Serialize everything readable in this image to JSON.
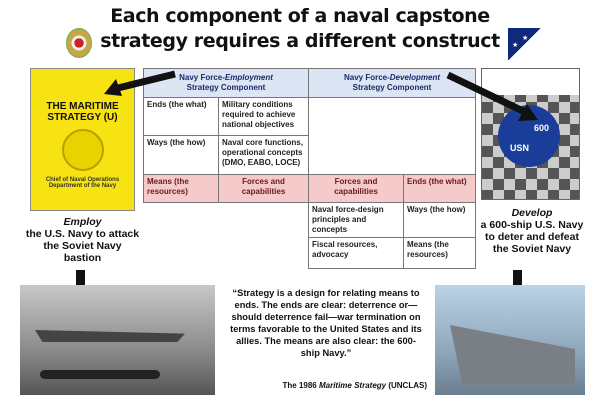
{
  "title": "Each component of a naval capstone strategy requires a different construct",
  "left_book": {
    "title": "THE MARITIME STRATEGY (U)",
    "subtitle": "Chief of Naval Operations Department of the Navy"
  },
  "left_caption": {
    "verb": "Employ",
    "text": "the U.S. Navy to attack the Soviet Navy bastion"
  },
  "right_book": {
    "logo_number": "600",
    "logo_text": "USN"
  },
  "right_caption": {
    "verb": "Develop",
    "text": "a 600-ship U.S. Navy to deter and defeat the Soviet Navy"
  },
  "table": {
    "header_employment": [
      "Navy Force-",
      "Employment",
      "Strategy Component"
    ],
    "header_development": [
      "Navy Force-",
      "Development",
      "Strategy Component"
    ],
    "ends": "Ends (the what)",
    "ends_value": "Military conditions required to achieve national objectives",
    "ways": "Ways (the how)",
    "ways_value": "Naval core functions, operational concepts (DMO, EABO, LOCE)",
    "means": "Means (the resources)",
    "forces": "Forces and capabilities",
    "dev_forces": "Forces and capabilities",
    "dev_ends": "Ends (the what)",
    "dev_ways_value": "Naval force-design principles and concepts",
    "dev_ways": "Ways (the how)",
    "dev_means_value": "Fiscal resources, advocacy",
    "dev_means": "Means (the resources)"
  },
  "quote": "“Strategy is a design for relating means to ends. The ends are clear: deterrence or—should deterrence fail—war termination on terms favorable to the United States and its allies. The means are also clear: the 600-ship Navy.”",
  "source": {
    "pre": "The 1986 ",
    "italic": "Maritime Strategy",
    "post": " (UNCLAS)"
  }
}
